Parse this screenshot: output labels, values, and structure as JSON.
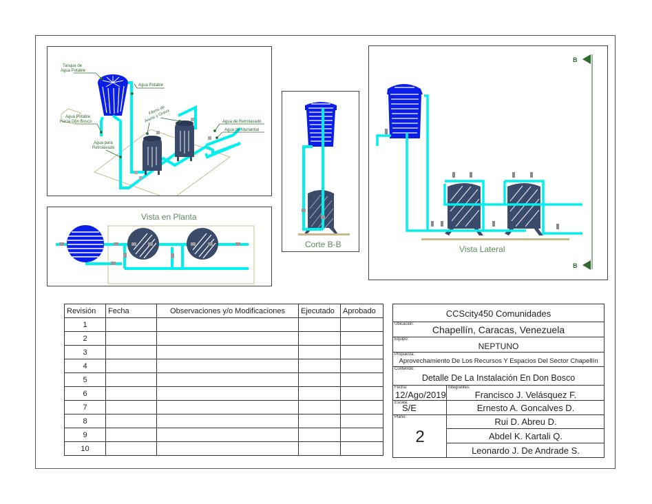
{
  "drawing": {
    "isometric_view": {
      "callouts": [
        {
          "id": "tank",
          "line1": "Tanque de",
          "line2": "Agua Potable"
        },
        {
          "id": "potable",
          "line1": "Agua Potable",
          "line2": ""
        },
        {
          "id": "to-don-bosco",
          "line1": "Agua Potable",
          "line2": "Hacia Don Bosco"
        },
        {
          "id": "filters",
          "line1": "Filtros de",
          "line2": "Arena y Grava"
        },
        {
          "id": "backwash",
          "line1": "Agua de Retrolavado",
          "line2": ""
        },
        {
          "id": "spring",
          "line1": "Agua de Manantial",
          "line2": ""
        },
        {
          "id": "for-backwash",
          "line1": "Agua para",
          "line2": "Retrolavado"
        }
      ]
    },
    "plan_view": {
      "title": "Vista en Planta"
    },
    "section_view": {
      "title": "Corte B-B"
    },
    "side_view": {
      "title": "Vista Lateral",
      "section_marker_top": "B",
      "section_marker_bottom": "B"
    },
    "colors": {
      "tank": "#0a1ee6",
      "filter": "#3a4a6b",
      "pipe": "#00f0f0",
      "callout": "#2e6b2e",
      "base": "#c8b88a",
      "valve": "#8a8a8a",
      "fitting": "#f0e000"
    }
  },
  "revision_table": {
    "headers": [
      "Revisión",
      "Fecha",
      "Observaciones y/o Modificaciones",
      "Ejecutado",
      "Aprobado"
    ],
    "rows": [
      {
        "rev": "1"
      },
      {
        "rev": "2"
      },
      {
        "rev": "3"
      },
      {
        "rev": "4"
      },
      {
        "rev": "5"
      },
      {
        "rev": "6"
      },
      {
        "rev": "7"
      },
      {
        "rev": "8"
      },
      {
        "rev": "9"
      },
      {
        "rev": "10"
      }
    ]
  },
  "title_block": {
    "company": "CCScity450 Comunidades",
    "location_label": "Ubicación:",
    "location": "Chapellín, Caracas, Venezuela",
    "team_label": "Equipo:",
    "team": "NEPTUNO",
    "proposal_label": "Propuesta:",
    "proposal": "Aprovechamiento De Los Recursos Y Espacios Del Sector Chapellín",
    "content_label": "Contenido:",
    "content": "Detalle De La Instalación En Don Bosco",
    "date_label": "Fecha:",
    "date": "12/Ago/2019",
    "scale_label": "Escala:",
    "scale": "S/E",
    "sheet_label": "Plano:",
    "sheet": "2",
    "members_label": "Integrantes:",
    "members": [
      "Francisco J. Velásquez F.",
      "Ernesto A. Goncalves D.",
      "Rui D. Abreu D.",
      "Abdel K. Kartali Q.",
      "Leonardo J. De Andrade S."
    ]
  }
}
